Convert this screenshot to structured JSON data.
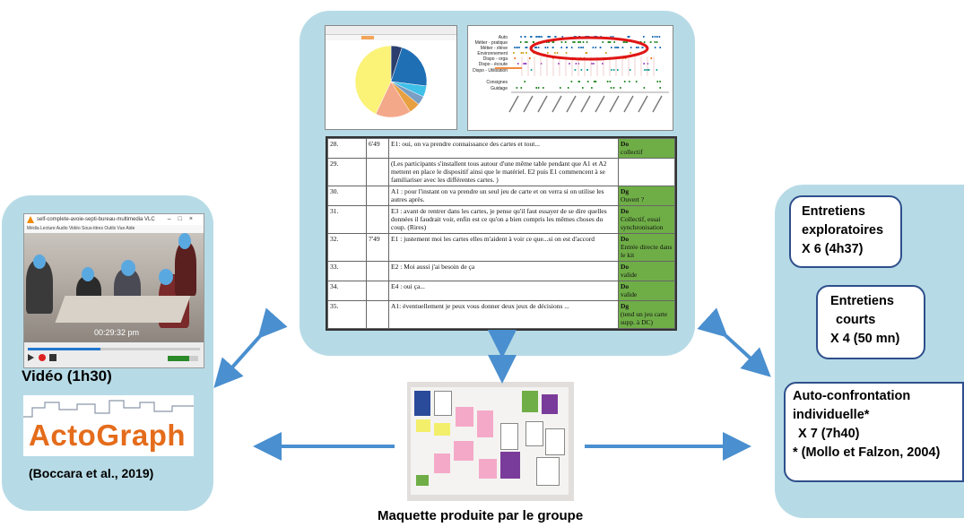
{
  "video": {
    "window_title": "self-complete-avoie-septi-bureau-multimedia VLC",
    "menu": "Média  Lecture  Audio  Vidéo  Sous-titres  Outils  Vue  Aide",
    "timestamp": "00:29:32 pm",
    "progress_fraction": 0.42,
    "label": "Vidéo (1h30)"
  },
  "logo": {
    "text": "ActoGraph"
  },
  "citation_left": "(Boccara et al., 2019)",
  "mockup_label": "Maquette produite par le groupe",
  "timeline": {
    "categories": [
      "Auto",
      "Métier - pratique",
      "Métier - élève",
      "Environnement",
      "Dispo - orga",
      "Dispo - écoute",
      "Dispo - Utilisation",
      "Consignes",
      "Guidage"
    ]
  },
  "transcript": {
    "rows": [
      {
        "num": "28.",
        "time": "6'49",
        "text": "E1: oui, on va prendre connaissance des cartes et tout...",
        "code": "Do",
        "code_detail": "collectif"
      },
      {
        "num": "29.",
        "time": "",
        "text": "(Les participants s'installent tous autour d'une même table pendant que A1 et A2 mettent en place le dispositif ainsi que le matériel. E2 puis E1 commencent à se familiariser avec les différentes cartes. )",
        "code": "",
        "code_detail": ""
      },
      {
        "num": "30.",
        "time": "",
        "text": "A1 : pour l'instant on va prendre un seul jeu de carte et on verra si on utilise les autres après.",
        "code": "Dg",
        "code_detail": "Ouvert ?"
      },
      {
        "num": "31.",
        "time": "",
        "text": "E3 : avant de rentrer dans les cartes, je pense qu'il faut essayer de se dire quelles données il faudrait voir, enfin est ce qu'on a bien compris les mêmes choses du coup. (Rires)",
        "code": "Do",
        "code_detail": "Collectif, essai synchronisation"
      },
      {
        "num": "32.",
        "time": "7'49",
        "text": "E1 : justement moi les cartes elles m'aident à voir ce que...si on est d'accord",
        "code": "Do",
        "code_detail": "Entrée directe dans le kit"
      },
      {
        "num": "33.",
        "time": "",
        "text": "E2 : Moi aussi j'ai besoin de ça",
        "code": "Do",
        "code_detail": "valide"
      },
      {
        "num": "34.",
        "time": "",
        "text": "E4 : oui ça...",
        "code": "Do",
        "code_detail": "valide"
      },
      {
        "num": "35.",
        "time": "",
        "text": "A1: éventuellement je peux vous donner deux jeux de décisions ...",
        "code": "Dg",
        "code_detail": "(tend un jeu carte supp. à DC)"
      }
    ]
  },
  "boxes": {
    "box1": [
      "Entretiens",
      "exploratoires",
      "X 6 (4h37)"
    ],
    "box2": [
      "Entretiens",
      "courts",
      "X 4 (50 mn)"
    ],
    "box3": [
      "Auto-confrontation",
      "individuelle*",
      "X 7 (7h40)",
      "* (Mollo et Falzon, 2004)"
    ]
  },
  "colors": {
    "panel": "#b7dbe6",
    "arrow": "#4a8fcf",
    "box_border": "#2e4f8c",
    "code_cell": "#6fae47",
    "logo": "#e46c1b",
    "highlight_ellipse": "#e01515"
  },
  "icons": [
    "vlc-cone-icon",
    "play-icon",
    "record-icon",
    "stop-icon",
    "volume-icon"
  ]
}
